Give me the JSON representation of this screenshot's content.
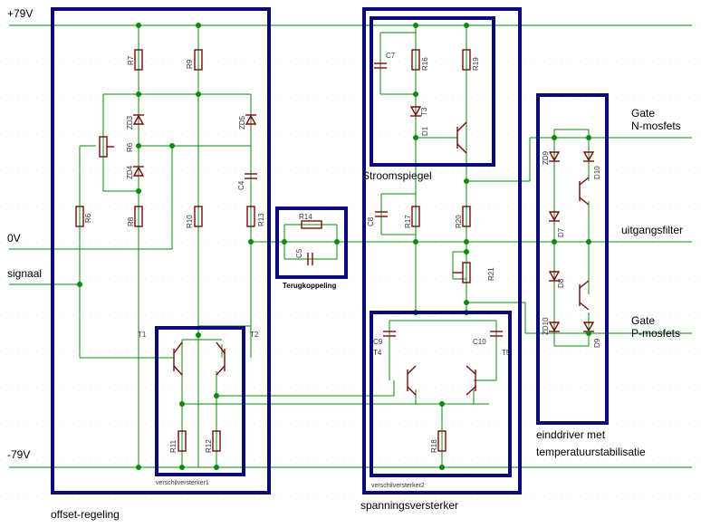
{
  "rails": {
    "plus": "+79V",
    "minus": "-79V",
    "zero": "0V"
  },
  "io": {
    "signal": "signaal",
    "gate_n": [
      "Gate",
      "N-mosfets"
    ],
    "output_filter": "uitgangsfilter",
    "gate_p": [
      "Gate",
      "P-mosfets"
    ]
  },
  "blocks": {
    "offset": "offset-regeling",
    "diff_amp_1": "verschilversterker1",
    "feedback": "Terugkoppeling",
    "current_mirror": "Stroomspiegel",
    "diff_amp_2": "verschilversterker2",
    "voltage_amp": "spanningsversterker",
    "end_driver": [
      "einddriver met",
      "temperatuurstabilisatie"
    ]
  },
  "components": {
    "R7": "R7",
    "R9": "R9",
    "R6": "R6",
    "R8": "R8",
    "R10": "R10",
    "R13": "R13",
    "R11": "R11",
    "R12": "R12",
    "R14": "R14",
    "R16": "R16",
    "R19": "R19",
    "R17": "R17",
    "R20": "R20",
    "R21": "R21",
    "R18": "R18",
    "ZD3": "ZD3",
    "ZD4": "ZD4",
    "ZD5": "ZD5",
    "ZD9": "ZD9",
    "ZD10": "ZD10",
    "C4": "C4",
    "C5": "C5",
    "C7": "C7",
    "C8": "C8",
    "C9": "C9",
    "C10": "C10",
    "T1": "T1",
    "T2": "T2",
    "T3": "T3",
    "T4": "T4",
    "T5": "T5",
    "D1": "D1",
    "D7": "D7",
    "D8": "D8",
    "D10": "D10",
    "D9": "D9",
    "R6_label": "R6"
  }
}
